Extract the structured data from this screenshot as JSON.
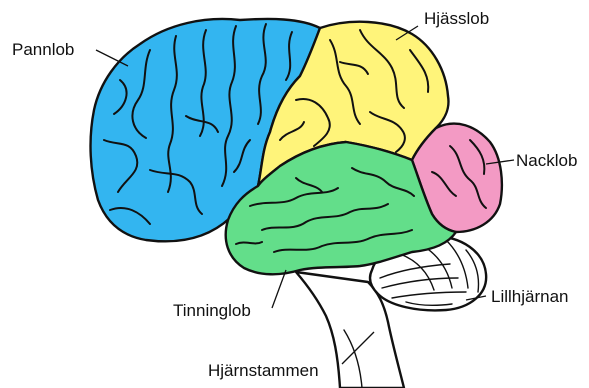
{
  "diagram": {
    "labels": {
      "frontal": "Pannlob",
      "parietal": "Hjässlob",
      "occipital": "Nacklob",
      "temporal": "Tinninglob",
      "cerebellum": "Lillhjärnan",
      "brainstem": "Hjärnstammen"
    },
    "colors": {
      "frontal": "#33b5f0",
      "parietal": "#fff47a",
      "occipital": "#f39ac4",
      "temporal": "#63de8a",
      "cerebellum": "#ffffff",
      "brainstem": "#ffffff",
      "outline": "#111111"
    }
  }
}
